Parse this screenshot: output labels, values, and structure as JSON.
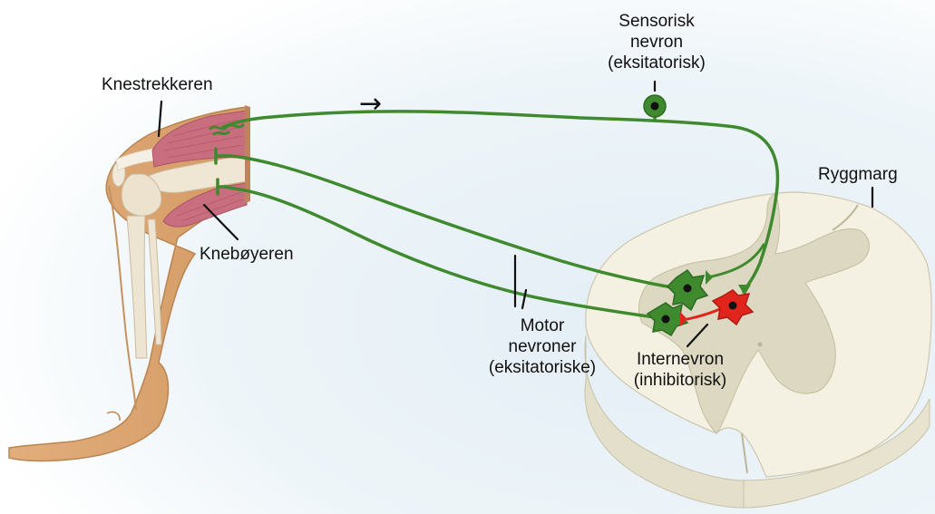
{
  "labels": {
    "sensory": [
      "Sensorisk",
      "nevron",
      "(eksitatorisk)"
    ],
    "quadriceps": "Knestrekkeren",
    "hamstring": "Knebøyeren",
    "spinal_cord": "Ryggmarg",
    "motor": [
      "Motor",
      "nevroner",
      "(eksitatoriske)"
    ],
    "interneuron": [
      "Internevron",
      "(inhibitorisk)"
    ]
  },
  "direction_arrow": "→",
  "colors": {
    "neuron_green": "#3f8a2e",
    "neuron_dark": "#2e6b22",
    "interneuron_red": "#e0261c",
    "skin": "#dea874",
    "skin_edge": "#b98552",
    "muscle": "#c96e7e",
    "bone": "#eee4d2",
    "cord_white": "#f4f0e2",
    "cord_grey": "#dcd8c2",
    "background_tint": "#e6f0f6"
  }
}
